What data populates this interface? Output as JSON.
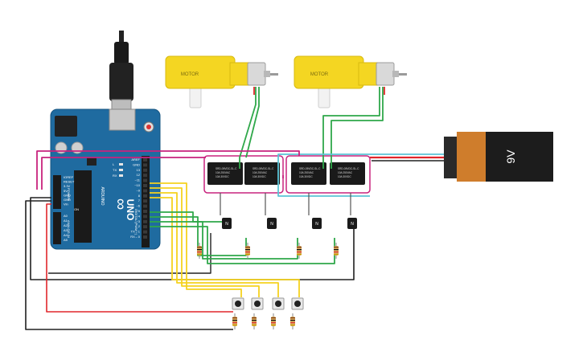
{
  "arduino": {
    "logo": "∞",
    "brand": "ARDUINO",
    "model": "UNO",
    "header_top": [
      "AREF",
      "GND",
      "13",
      "12",
      "~11",
      "~10",
      "~9",
      "8",
      "7",
      "~6",
      "~5",
      "4",
      "~3",
      "2",
      "TX→1",
      "RX←0"
    ],
    "power_labels": [
      "IOREF",
      "RESET",
      "3.3V",
      "5V",
      "GND",
      "GND",
      "Vin"
    ],
    "analog_labels": [
      "A0",
      "A1",
      "A2",
      "A3",
      "A4",
      "A5"
    ],
    "power_group": "POWER",
    "analog_group": "ANALOG IN",
    "digital_group": "DIGITAL (PWM ~)",
    "led_labels": [
      "L",
      "TX",
      "RX"
    ],
    "on_label": "ON"
  },
  "battery": {
    "label": "9V"
  },
  "motors": [
    {
      "label": "MOTOR"
    },
    {
      "label": "MOTOR"
    }
  ],
  "relay_text": [
    "SRD-05VDC-SL-C",
    "10A 250VAC",
    "10A 30VDC"
  ],
  "transistor_label": "N",
  "colors": {
    "red": "#e0262b",
    "green": "#2fa84a",
    "magenta": "#c8237e",
    "cyan": "#5bc4d6",
    "yellow": "#f5d21f",
    "black": "#202020",
    "board": "#1f6ba0",
    "motor_yellow": "#f4d622",
    "battery_orange": "#cf7d2c",
    "battery_black": "#1c1c1c"
  }
}
